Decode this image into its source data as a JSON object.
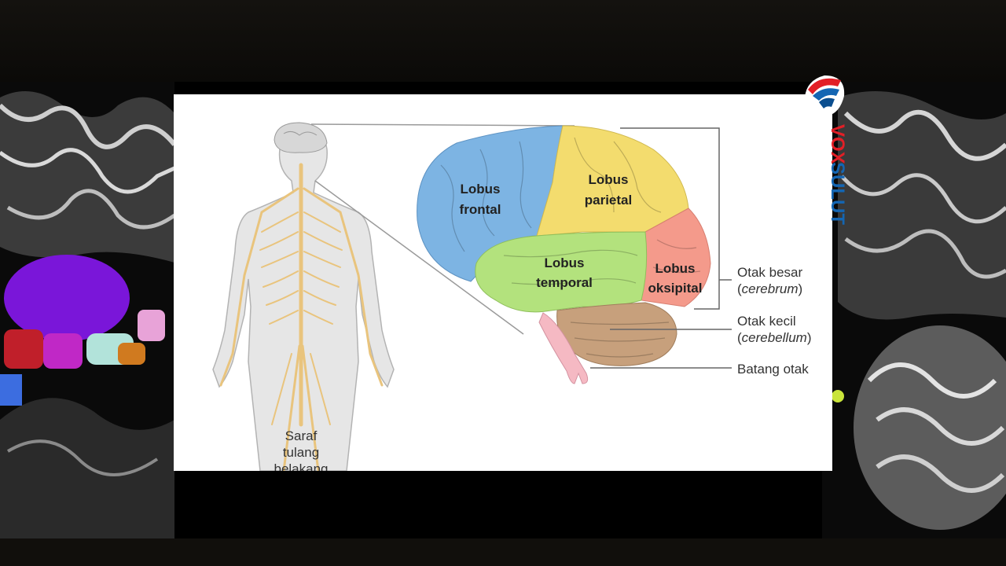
{
  "diagram": {
    "lobes": {
      "frontal": [
        "Lobus",
        "frontal"
      ],
      "parietal": [
        "Lobus",
        "parietal"
      ],
      "temporal": [
        "Lobus",
        "temporal"
      ],
      "occipital": [
        "Lobus",
        "oksipital"
      ]
    },
    "callouts": {
      "cerebrum": {
        "name": "Otak besar",
        "latin": "cerebrum"
      },
      "cerebellum": {
        "name": "Otak kecil",
        "latin": "cerebellum"
      },
      "brainstem": {
        "name": "Batang otak"
      }
    },
    "spinal": [
      "Saraf",
      "tulang",
      "belakang"
    ]
  },
  "colors": {
    "frontal": "#7db4e3",
    "parietal": "#f3dc6e",
    "temporal": "#b3e27d",
    "occipital": "#f49a8b",
    "cerebellum": "#c7a07c",
    "brainstem": "#f5b9c3",
    "nerves": "#e9c47d",
    "body": "#e6e6e6"
  },
  "watermark": {
    "text": "VOXSULUT",
    "part1": "VOX",
    "part2": "SULUT"
  }
}
